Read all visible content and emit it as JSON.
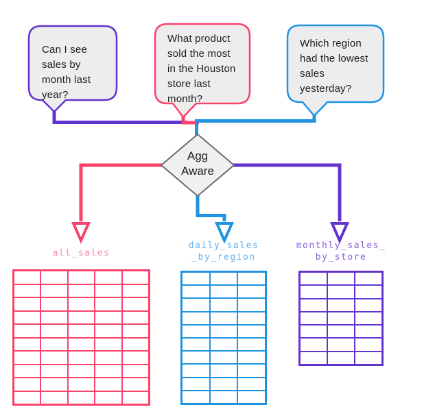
{
  "colors": {
    "purple": "#6333d0",
    "pink": "#f9426c",
    "blue": "#1d93e2",
    "bubble_fill": "#eeedee",
    "diamond_fill": "#f1f0f0",
    "diamond_border": "#6b6b6b",
    "label_pink": "#f78da6",
    "label_blue": "#66b0e8",
    "label_purple": "#8a60db",
    "text": "#1c1c1c",
    "table_cell_fill": "#ffffff"
  },
  "questions": [
    {
      "id": "q1",
      "lines": [
        "Can I see",
        "sales by",
        "month last",
        "year?"
      ]
    },
    {
      "id": "q2",
      "lines": [
        "What product",
        "sold the most",
        "in the Houston",
        "store last",
        "month?"
      ]
    },
    {
      "id": "q3",
      "lines": [
        "Which region",
        "had the lowest",
        "sales",
        "yesterday?"
      ]
    }
  ],
  "decision": {
    "lines": [
      "Agg",
      "Aware"
    ]
  },
  "tables": [
    {
      "name": "all_sales",
      "label_lines": [
        "all_sales"
      ],
      "columns": 5,
      "rows": 10
    },
    {
      "name": "daily_sales_by_region",
      "label_lines": [
        "daily_sales",
        "_by_region"
      ],
      "columns": 3,
      "rows": 10
    },
    {
      "name": "monthly_sales_by_store",
      "label_lines": [
        "monthly_sales_",
        "by_store"
      ],
      "columns": 3,
      "rows": 7
    }
  ]
}
